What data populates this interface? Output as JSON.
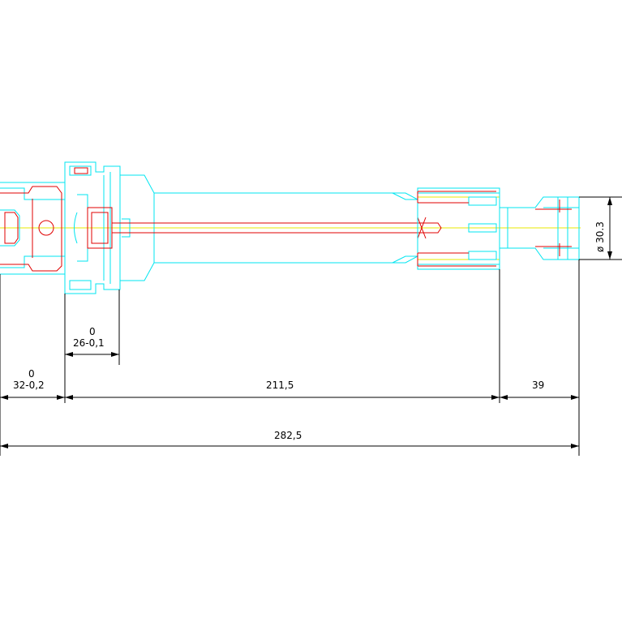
{
  "dimensions": {
    "tol_32_upper": "0",
    "tol_32_main": "32-0,2",
    "tol_26_upper": "0",
    "tol_26_main": "26-0,1",
    "length_211": "211,5",
    "length_39": "39",
    "length_total": "282,5",
    "diameter": "ø 30.3"
  },
  "colors": {
    "outline": "#00e5f0",
    "section": "#e00000",
    "centerline": "#e8e800",
    "dimension": "#000000",
    "background": "#ffffff"
  }
}
